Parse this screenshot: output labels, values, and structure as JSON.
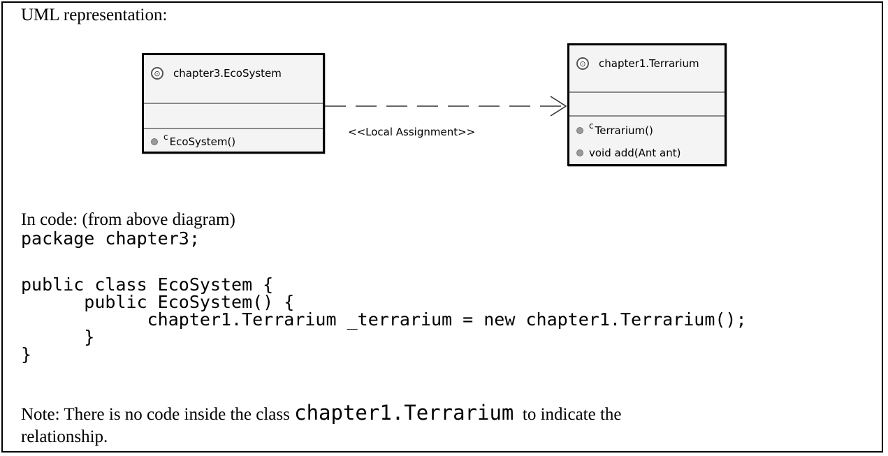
{
  "heading": "UML representation:",
  "diagram": {
    "source_class": {
      "name": "chapter3.EcoSystem",
      "constructor_mark": "c",
      "methods": [
        "EcoSystem()"
      ]
    },
    "target_class": {
      "name": "chapter1.Terrarium",
      "constructor_mark": "c",
      "methods": [
        "Terrarium()",
        "void add(Ant ant)"
      ]
    },
    "relationship_label": "<<Local Assignment>>"
  },
  "code": {
    "intro": "In code: (from above diagram)",
    "lines": [
      "package chapter3;",
      "",
      "public class EcoSystem {",
      "      public EcoSystem() {",
      "            chapter1.Terrarium _terrarium = new chapter1.Terrarium();",
      "      }",
      "}"
    ]
  },
  "note": {
    "prefix": "Note: There is no code inside the class ",
    "class_name": "chapter1.Terrarium",
    "suffix": "  to indicate the",
    "line2": "relationship."
  }
}
